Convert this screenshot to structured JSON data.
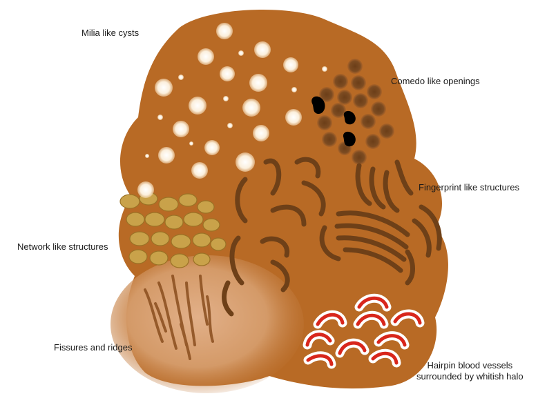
{
  "labels": {
    "milia": "Milia like cysts",
    "comedo": "Comedo like openings",
    "fingerprint": "Fingerprint like structures",
    "network": "Network like structures",
    "fissures": "Fissures and ridges",
    "hairpin_line1": "Hairpin blood vessels",
    "hairpin_line2": "surrounded by whitish halo"
  },
  "colors": {
    "lesion_base": "#b86a25",
    "lesion_light": "#d49a68",
    "pigment_dark": "#6e4018",
    "comedo_dots": "#7a4a22",
    "comedo_black": "#000000",
    "milia": "#fdf6ea",
    "network_globules": "#c9a24a",
    "vessel_red": "#d8261c",
    "halo_white": "#ffffff"
  }
}
